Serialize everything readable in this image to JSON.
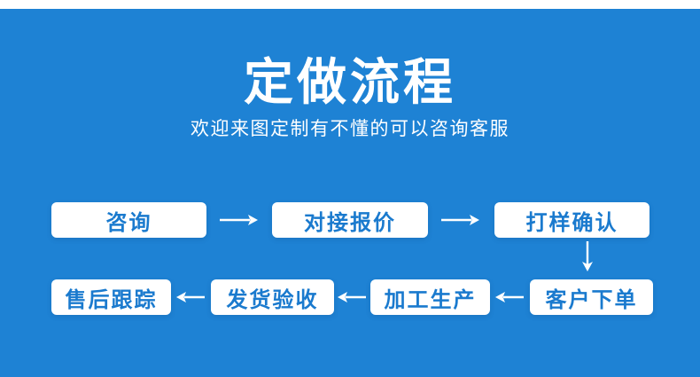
{
  "theme": {
    "background": "#1e82d4",
    "top_strip": "#ffffff",
    "text": "#ffffff",
    "box_bg": "#ffffff",
    "box_text": "#1a7ace",
    "arrow": "#ffffff"
  },
  "header": {
    "title": "定做流程",
    "subtitle": "欢迎来图定制有不懂的可以咨询客服"
  },
  "flow": {
    "row1": [
      {
        "label": "咨询"
      },
      {
        "label": "对接报价"
      },
      {
        "label": "打样确认"
      }
    ],
    "row2": [
      {
        "label": "售后跟踪"
      },
      {
        "label": "发货验收"
      },
      {
        "label": "加工生产"
      },
      {
        "label": "客户下单"
      }
    ],
    "sequence": [
      "咨询",
      "对接报价",
      "打样确认",
      "客户下单",
      "加工生产",
      "发货验收",
      "售后跟踪"
    ],
    "row1_arrow_direction": "right",
    "row2_arrow_direction": "left",
    "connector_direction": "down"
  }
}
